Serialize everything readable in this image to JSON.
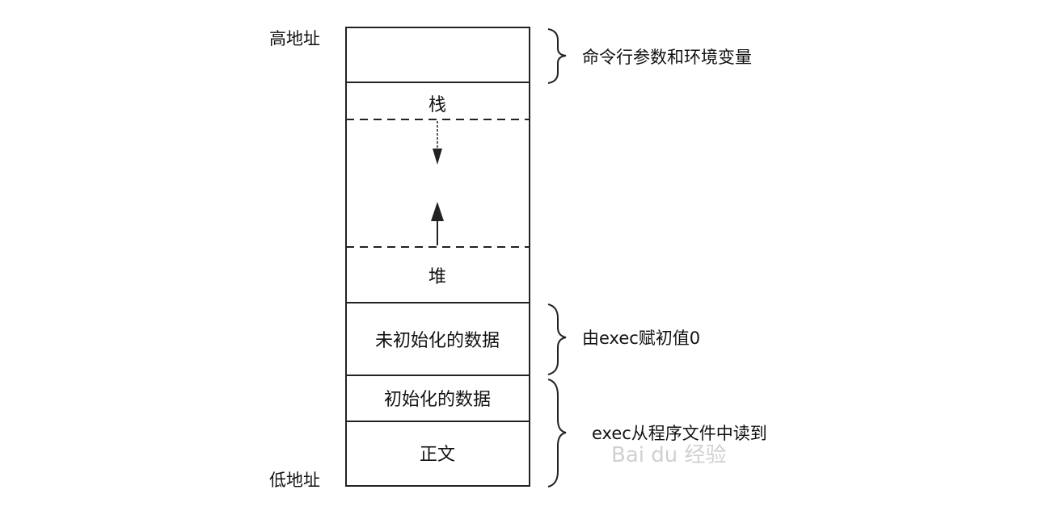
{
  "addresses": {
    "high": "高地址",
    "low": "低地址"
  },
  "segments": {
    "args_env": "",
    "stack": "栈",
    "heap": "堆",
    "bss": "未初始化的数据",
    "data": "初始化的数据",
    "text": "正文"
  },
  "annotations": {
    "args_env": "命令行参数和环境变量",
    "bss": "由exec赋初值0",
    "data_text": "exec从程序文件中读到"
  },
  "watermark": {
    "brand": "Bai du 经验"
  }
}
